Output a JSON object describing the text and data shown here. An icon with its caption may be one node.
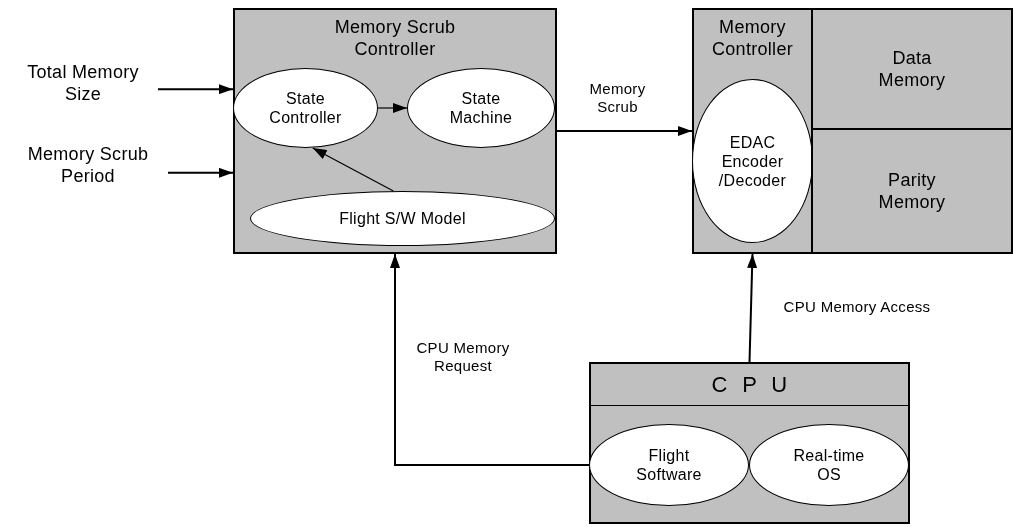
{
  "diagram": {
    "nodes": [
      {
        "text": [
          "Total Memory Size"
        ]
      },
      {
        "text": [
          "Memory Scrub Period"
        ]
      },
      {
        "text": [
          "Memory Scrub Controller"
        ]
      },
      {
        "text": [
          "State Controller"
        ],
        "in": 2
      },
      {
        "text": [
          "State Machine"
        ],
        "in": 2
      },
      {
        "text": [
          "Flight S/W Model"
        ],
        "in": 2
      },
      {
        "text": [],
        "shape": "box"
      },
      {
        "text": [
          "Memory Controller"
        ],
        "in": 6
      },
      {
        "text": [
          "EDAC Encoder /Decoder"
        ],
        "in": 7
      },
      {
        "text": [
          "Data Memory"
        ],
        "in": 6
      },
      {
        "text": [
          "Parity Memory"
        ],
        "in": 6
      },
      {
        "text": [
          "C P U"
        ]
      },
      {
        "text": [
          "Flight Software"
        ],
        "in": 11
      },
      {
        "text": [
          "Real-time OS"
        ],
        "in": 11
      }
    ],
    "edges": [
      {
        "from": 0,
        "to": 2,
        "arrow": "to"
      },
      {
        "from": 1,
        "to": 2,
        "arrow": "to"
      },
      {
        "from": 3,
        "to": 4,
        "arrow": "to"
      },
      {
        "from": 5,
        "to": 3,
        "arrow": "to"
      },
      {
        "from": 2,
        "to": 7,
        "label": "Memory Scrub",
        "arrow": "to"
      },
      {
        "from": 11,
        "to": 7,
        "label": "CPU Memory Access",
        "arrow": "to"
      },
      {
        "from": 12,
        "to": 2,
        "label": "CPU Memory Request",
        "arrow": "to"
      }
    ]
  }
}
